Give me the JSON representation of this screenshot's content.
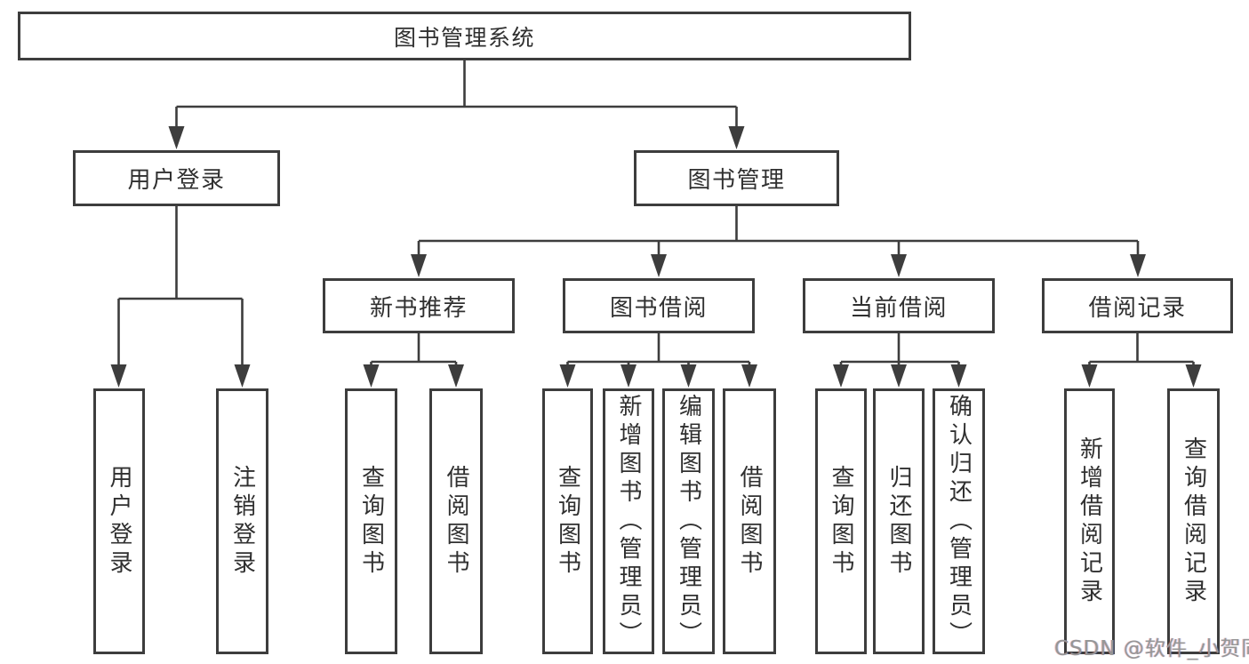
{
  "tree": {
    "root": {
      "label": "图书管理系统",
      "children": [
        {
          "label": "用户登录",
          "children": [
            {
              "label": "用户登录"
            },
            {
              "label": "注销登录"
            }
          ]
        },
        {
          "label": "图书管理",
          "children": [
            {
              "label": "新书推荐",
              "children": [
                {
                  "label": "查询图书"
                },
                {
                  "label": "借阅图书"
                }
              ]
            },
            {
              "label": "图书借阅",
              "children": [
                {
                  "label": "查询图书"
                },
                {
                  "label": "新增图书（管理员）"
                },
                {
                  "label": "编辑图书（管理员）"
                },
                {
                  "label": "借阅图书"
                }
              ]
            },
            {
              "label": "当前借阅",
              "children": [
                {
                  "label": "查询图书"
                },
                {
                  "label": "归还图书"
                },
                {
                  "label": "确认归还（管理员）"
                }
              ]
            },
            {
              "label": "借阅记录",
              "children": [
                {
                  "label": "新增借阅记录"
                },
                {
                  "label": "查询借阅记录"
                }
              ]
            }
          ]
        }
      ]
    }
  },
  "colors": {
    "line": "#3d3d3d",
    "text": "#303030",
    "watermark": "#969696"
  },
  "watermark": {
    "text": "CSDN @软件_小贺同学"
  }
}
